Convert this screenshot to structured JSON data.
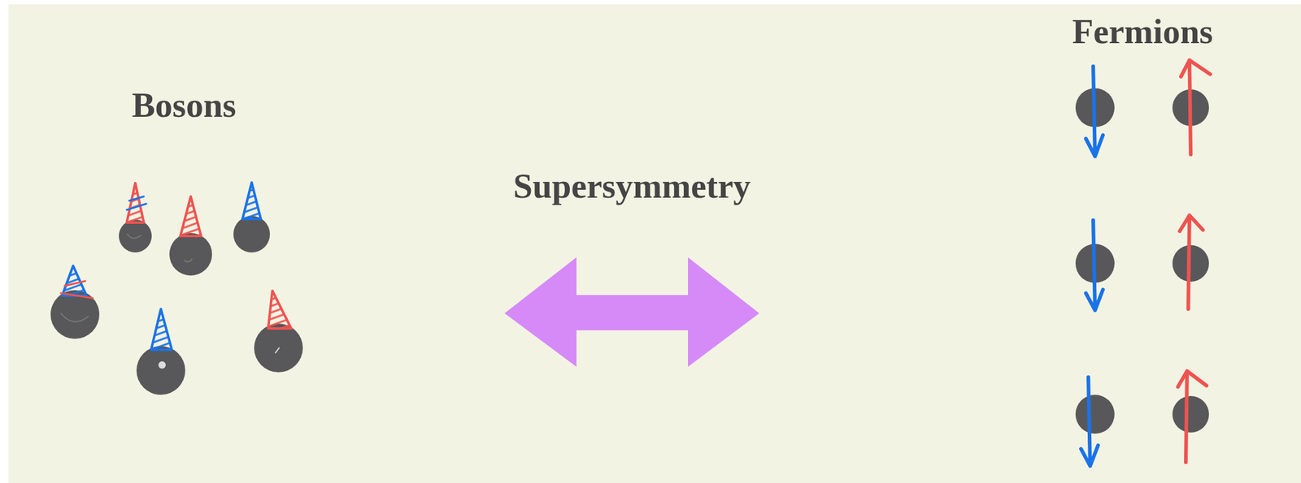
{
  "diagram": {
    "labels": [
      "Bosons",
      "Supersymmetry",
      "Fermions"
    ]
  }
}
